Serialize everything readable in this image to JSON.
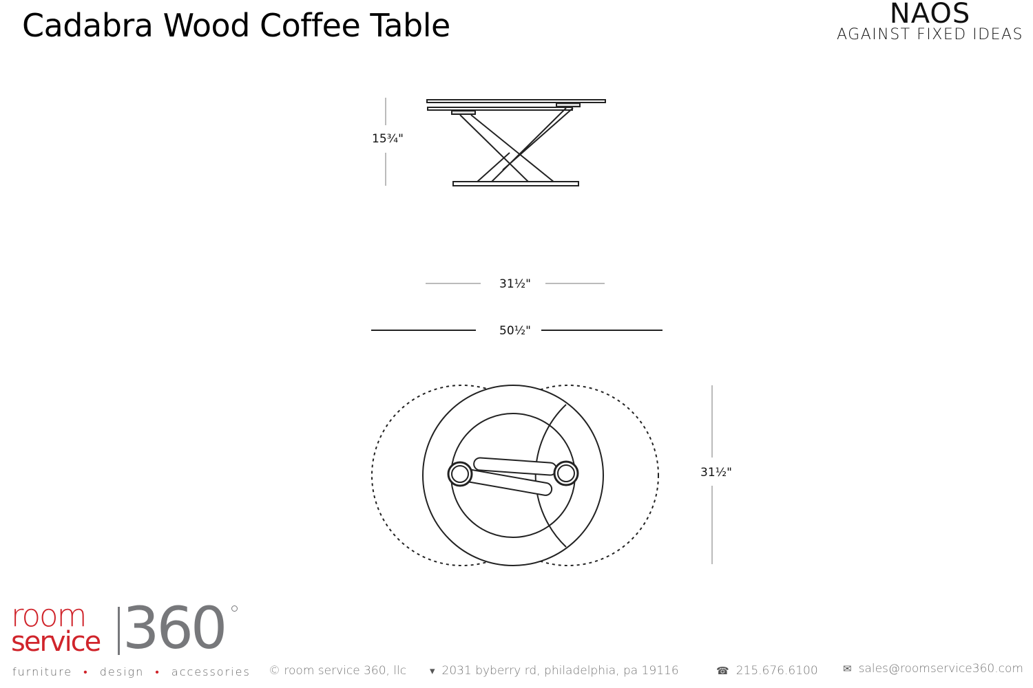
{
  "header": {
    "title": "Cadabra Wood Coffee Table",
    "brand_name": "NAOS",
    "brand_tagline": "AGAINST FIXED IDEAS"
  },
  "dimensions": {
    "height": "15¾\"",
    "closed_width": "31½\"",
    "open_width": "50½\"",
    "depth": "31½\""
  },
  "footer": {
    "logo_word1": "room",
    "logo_word2": "service",
    "logo_number": "360",
    "tagline": [
      "furniture",
      "design",
      "accessories"
    ],
    "copyright": "© room service 360, llc",
    "address": "2031 byberry rd, philadelphia, pa 19116",
    "phone": "215.676.6100",
    "email": "sales@roomservice360.com",
    "icons": [
      "map-pin-icon",
      "phone-icon",
      "envelope-icon"
    ]
  },
  "colors": {
    "brand_red": "#d0242b",
    "brand_gray": "#77787b"
  }
}
